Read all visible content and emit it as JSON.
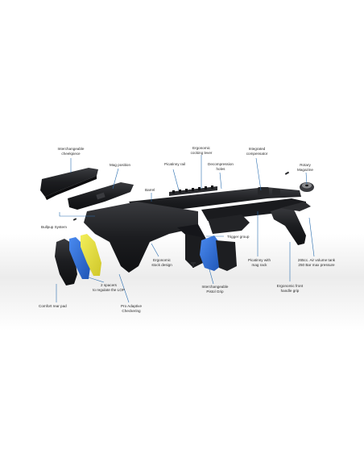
{
  "colors": {
    "background": "#ffffff",
    "floor_shadow": "#e6e6e6",
    "body_black": "#1b1c1e",
    "body_dark": "#2b2c2f",
    "accent_blue": "#2f6fd6",
    "accent_yellow": "#e9e23a",
    "leader_line": "#2c6fb0"
  },
  "labels": {
    "cheekpiece": "Interchangeable\ncheekpiece",
    "mag_position": "Mag position",
    "picatinny_rail": "Picatinny rail",
    "cocking_lever": "Ergonomic\ncocking lever",
    "decompression": "Decompression\nholes",
    "compensator": "Integrated\ncompensator",
    "rotary_magazine": "Rotary\nMagazine",
    "barrel": "Barrel",
    "bullpup": "Bullpup System",
    "trigger_group": "Trigger group",
    "ergonomic_stock": "Ergonomic\nstock design",
    "picatinny_mag_rack": "Picatinny with\nmag rack",
    "air_tank": "265cc. Air volume tank\n250 Bar max pressure",
    "spacers": "2 spacers\nto regulate the LOP",
    "pistol_grip": "Interchangeable\nPistol Grip",
    "front_grip": "Ergonomic front\nhandle grip",
    "comfort_pad": "Comfort rear pad",
    "pro_adaptive": "Pro Adaptive\nCheckering"
  }
}
